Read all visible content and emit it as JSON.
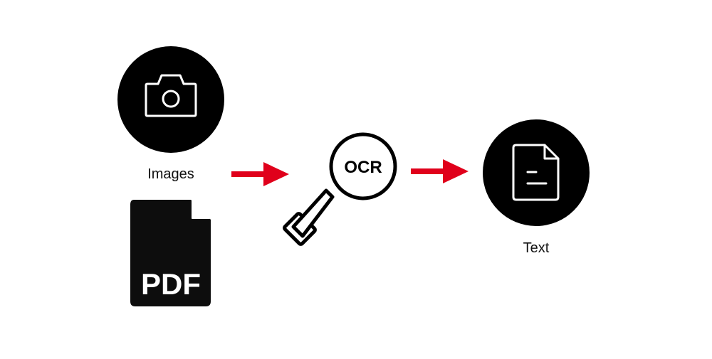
{
  "images_label": "Images",
  "pdf_label": "PDF",
  "ocr_label": "OCR",
  "text_label": "Text",
  "colors": {
    "foreground": "#000000",
    "background": "#ffffff",
    "arrow": "#e0001b"
  },
  "icons": [
    "camera-icon",
    "pdf-file-icon",
    "magnifier-icon",
    "document-icon",
    "arrow-right-icon"
  ]
}
